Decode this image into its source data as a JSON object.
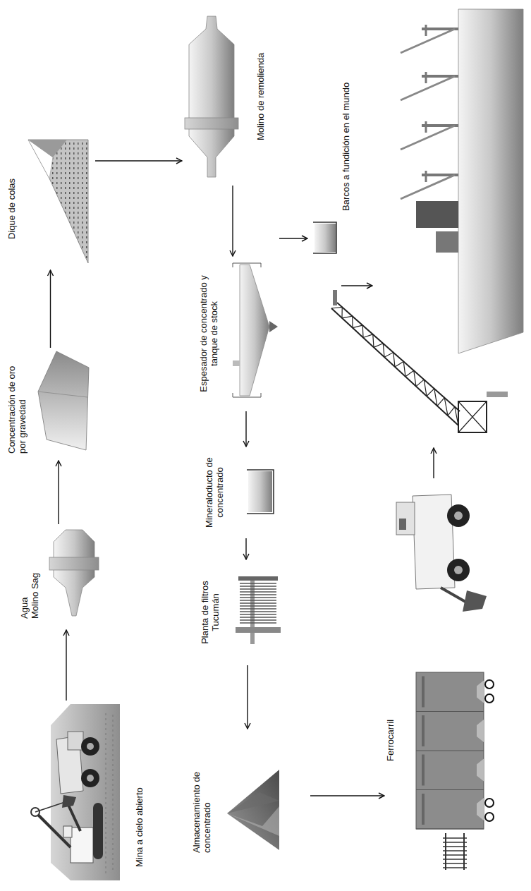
{
  "diagram": {
    "nodes": [
      {
        "text": [
          "Mina a cielo abierto"
        ]
      },
      {
        "text": [
          "Agua",
          "Molino Sag"
        ]
      },
      {
        "text": [
          "Concentración de oro por gravedad"
        ]
      },
      {
        "text": [
          "Dique de colas"
        ]
      },
      {
        "text": [
          "Molino de remolienda"
        ]
      },
      {
        "text": [
          "Espesador de concentrado y tanque de stock"
        ]
      },
      {
        "text": [
          "Mineraloducto de concentrado"
        ]
      },
      {
        "text": [
          "Planta de filtros Tucumán"
        ]
      },
      {
        "text": [
          "Almacenamiento de concentrado"
        ]
      },
      {
        "text": [
          "Ferrocarril"
        ]
      },
      {
        "text": [
          "Barcos a fundición en el mundo"
        ]
      }
    ],
    "edges": [
      {
        "from": 0,
        "to": 1,
        "arrow": "to"
      },
      {
        "from": 1,
        "to": 2,
        "arrow": "to"
      },
      {
        "from": 2,
        "to": 3,
        "arrow": "to"
      },
      {
        "from": 3,
        "to": 4,
        "arrow": "to"
      },
      {
        "from": 4,
        "to": 5,
        "arrow": "to"
      },
      {
        "from": 5,
        "to": 6,
        "arrow": "to"
      },
      {
        "from": 6,
        "to": 7,
        "arrow": "to"
      },
      {
        "from": 7,
        "to": 8,
        "arrow": "to"
      },
      {
        "from": 8,
        "to": 9,
        "arrow": "to"
      }
    ]
  }
}
